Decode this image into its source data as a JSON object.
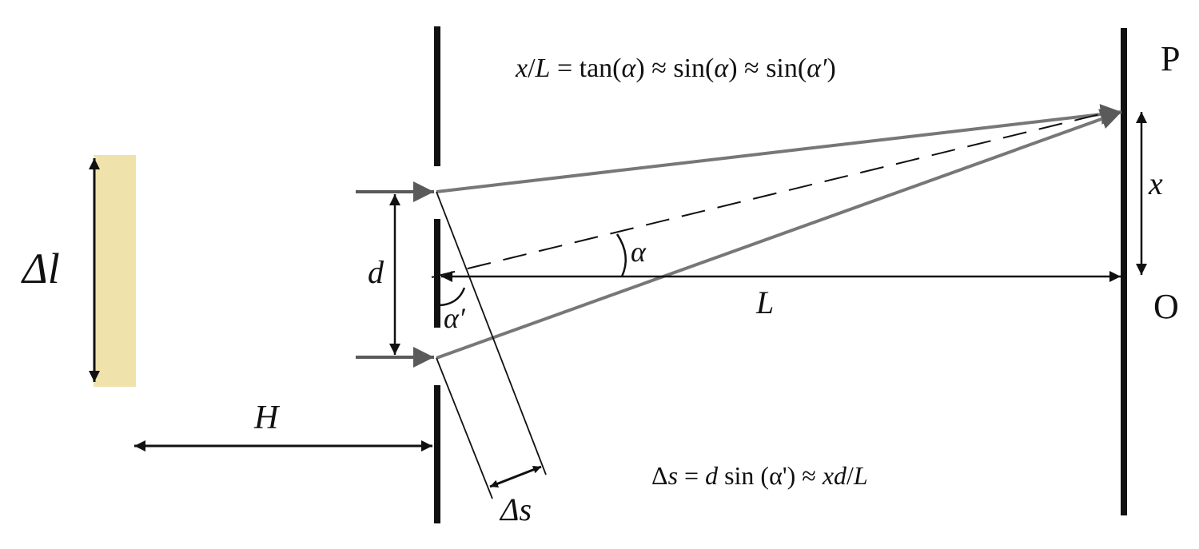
{
  "colors": {
    "source": "#efe3ab",
    "ink": "#111111",
    "ray": "#777777",
    "ray_head": "#5a5a5a",
    "background": "#ffffff"
  },
  "labels": {
    "delta_l": "Δl",
    "H": "H",
    "d": "d",
    "alpha": "α",
    "alpha_prime": "α′",
    "L": "L",
    "x": "x",
    "P": "P",
    "O": "O",
    "delta_s": "Δs"
  },
  "equations": {
    "top": [
      "x",
      "/",
      "L",
      " = tan(",
      "α",
      ") ≈ sin(",
      "α",
      ") ≈ sin(",
      "α′",
      ")"
    ],
    "bottom": [
      "Δ",
      "s",
      " = ",
      "d",
      " sin (α') ≈  ",
      "xd",
      "/",
      "L"
    ]
  }
}
